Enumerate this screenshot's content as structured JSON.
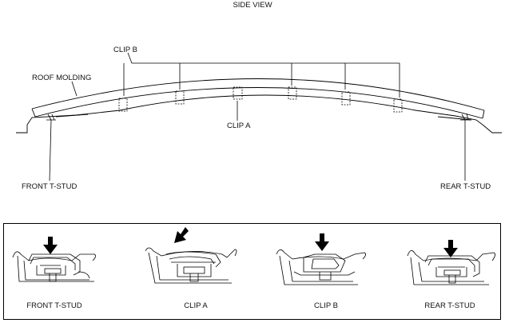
{
  "side_view": {
    "title": "SIDE VIEW",
    "labels": {
      "clip_b": "CLIP B",
      "roof_molding": "ROOF MOLDING",
      "clip_a": "CLIP A",
      "front_t_stud": "FRONT T-STUD",
      "rear_t_stud": "REAR T-STUD"
    }
  },
  "details": [
    {
      "caption": "FRONT T-STUD",
      "arrow_icon": "arrow-down-icon"
    },
    {
      "caption": "CLIP A",
      "arrow_icon": "arrow-diagonal-icon"
    },
    {
      "caption": "CLIP B",
      "arrow_icon": "arrow-down-icon"
    },
    {
      "caption": "REAR T-STUD",
      "arrow_icon": "arrow-down-icon"
    }
  ]
}
